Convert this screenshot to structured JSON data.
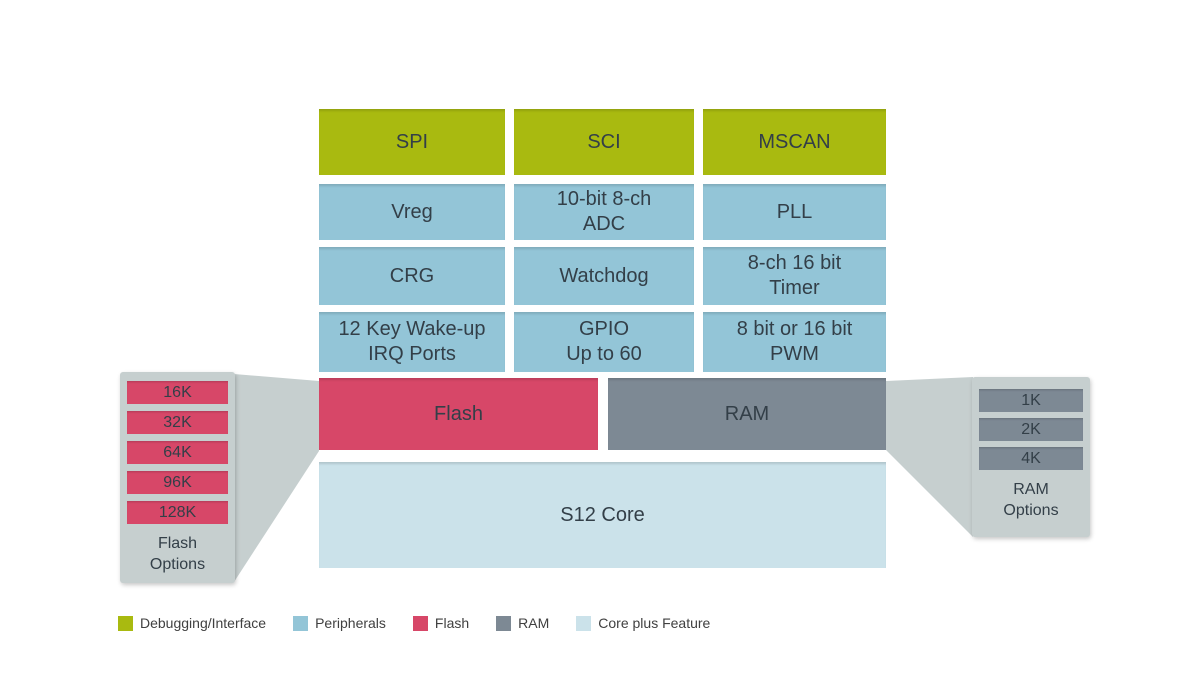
{
  "colors": {
    "debugging_interface": "#a9ba10",
    "peripherals": "#93c5d7",
    "flash": "#d74768",
    "ram": "#7d8994",
    "core_plus_feature": "#cbe2ea",
    "options_panel": "#c6cfcf",
    "block_text": "#333f48"
  },
  "grid": {
    "cells": [
      "SPI",
      "SCI",
      "MSCAN",
      "Vreg",
      "10-bit 8-ch\nADC",
      "PLL",
      "CRG",
      "Watchdog",
      "8-ch 16 bit\nTimer",
      "12 Key Wake-up\nIRQ Ports",
      "GPIO\nUp to 60",
      "8 bit or 16 bit\nPWM"
    ]
  },
  "memory": {
    "flash_label": "Flash",
    "ram_label": "RAM"
  },
  "core": {
    "label": "S12 Core"
  },
  "flash_options": {
    "items": [
      "16K",
      "32K",
      "64K",
      "96K",
      "128K"
    ],
    "title": "Flash\nOptions"
  },
  "ram_options": {
    "items": [
      "1K",
      "2K",
      "4K"
    ],
    "title": "RAM\nOptions"
  },
  "legend": {
    "items": [
      {
        "label": "Debugging/Interface",
        "color": "#a9ba10"
      },
      {
        "label": "Peripherals",
        "color": "#93c5d7"
      },
      {
        "label": "Flash",
        "color": "#d74768"
      },
      {
        "label": "RAM",
        "color": "#7d8994"
      },
      {
        "label": "Core plus Feature",
        "color": "#cbe2ea"
      }
    ]
  }
}
